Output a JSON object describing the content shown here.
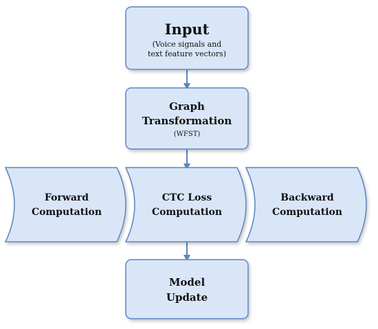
{
  "diagram": {
    "colors": {
      "fill": "#d9e6f8",
      "stroke": "#5a86c0",
      "arrow": "#5a86c0",
      "text": "#111111"
    },
    "input": {
      "title": "Input",
      "sub_line1": "(Voice signals and",
      "sub_line2": "text feature vectors)"
    },
    "graph": {
      "line1": "Graph",
      "line2": "Transformation",
      "sub": "(WFST)"
    },
    "forward": {
      "line1": "Forward",
      "line2": "Computation"
    },
    "ctc": {
      "line1": "CTC Loss",
      "line2": "Computation"
    },
    "backward": {
      "line1": "Backward",
      "line2": "Computation"
    },
    "model": {
      "line1": "Model",
      "line2": "Update"
    }
  }
}
